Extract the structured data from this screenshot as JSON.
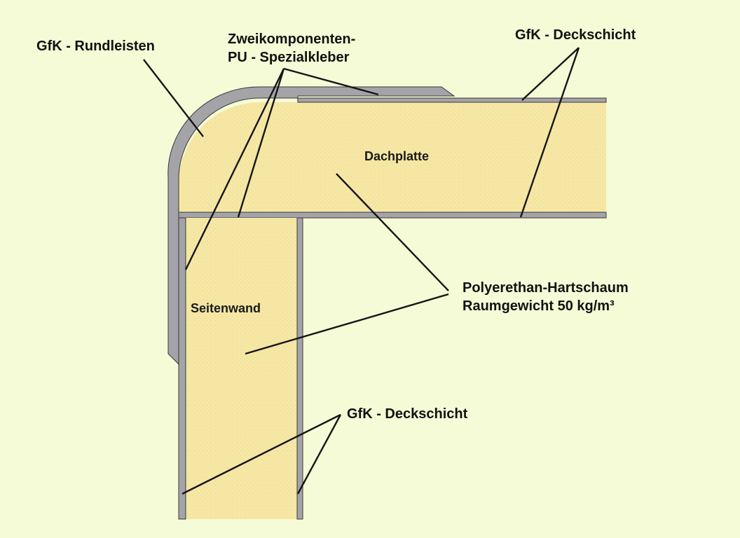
{
  "labels": {
    "rundleisten": "GfK - Rundleisten",
    "kleber_line1": "Zweikomponenten-",
    "kleber_line2": "PU - Spezialkleber",
    "deckschicht_top": "GfK - Deckschicht",
    "foam_line1": "Polyerethan-Hartschaum",
    "foam_line2": "Raumgewicht 50 kg/m³",
    "deckschicht_bottom": "GfK - Deckschicht",
    "roof_panel": "Dachplatte",
    "side_wall": "Seitenwand"
  },
  "colors": {
    "background": "#f5fbd6",
    "foam": "#f6e7a4",
    "skin": "#a3a3a8"
  }
}
